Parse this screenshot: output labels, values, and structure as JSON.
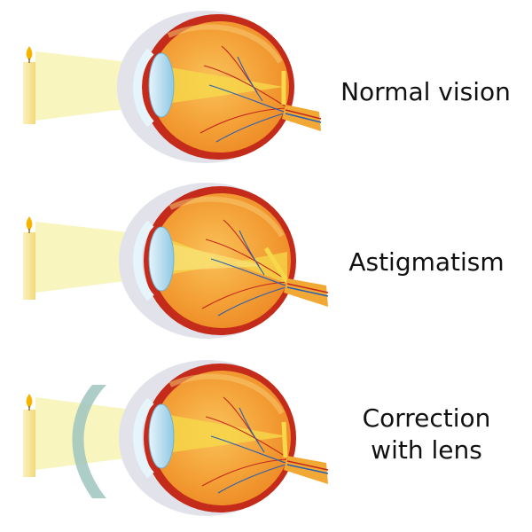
{
  "diagram": {
    "panels": [
      {
        "id": "normal",
        "label_lines": [
          "Normal vision"
        ],
        "has_lens": false,
        "focus": "single"
      },
      {
        "id": "astigmatism",
        "label_lines": [
          "Astigmatism"
        ],
        "has_lens": false,
        "focus": "spread"
      },
      {
        "id": "correction",
        "label_lines": [
          "Correction",
          "with lens"
        ],
        "has_lens": true,
        "focus": "single"
      }
    ]
  },
  "colors": {
    "sclera_outer": "#e2e2ea",
    "eye_outer": "#c42b1a",
    "eye_inner": "#f4a43a",
    "eye_highlight": "#f7b850",
    "cornea": "#9fd4ec",
    "cornea_light": "#e6f4fb",
    "light_beam": "#f7f3b4",
    "focused_beam": "#f6d84a",
    "candle_body": "#f8e9a2",
    "candle_flame": "#f4b400",
    "optic_nerve": "#f2a834",
    "vein_red": "#c4281c",
    "vein_blue": "#2a5fb0",
    "lens": "#9fc4bf"
  }
}
